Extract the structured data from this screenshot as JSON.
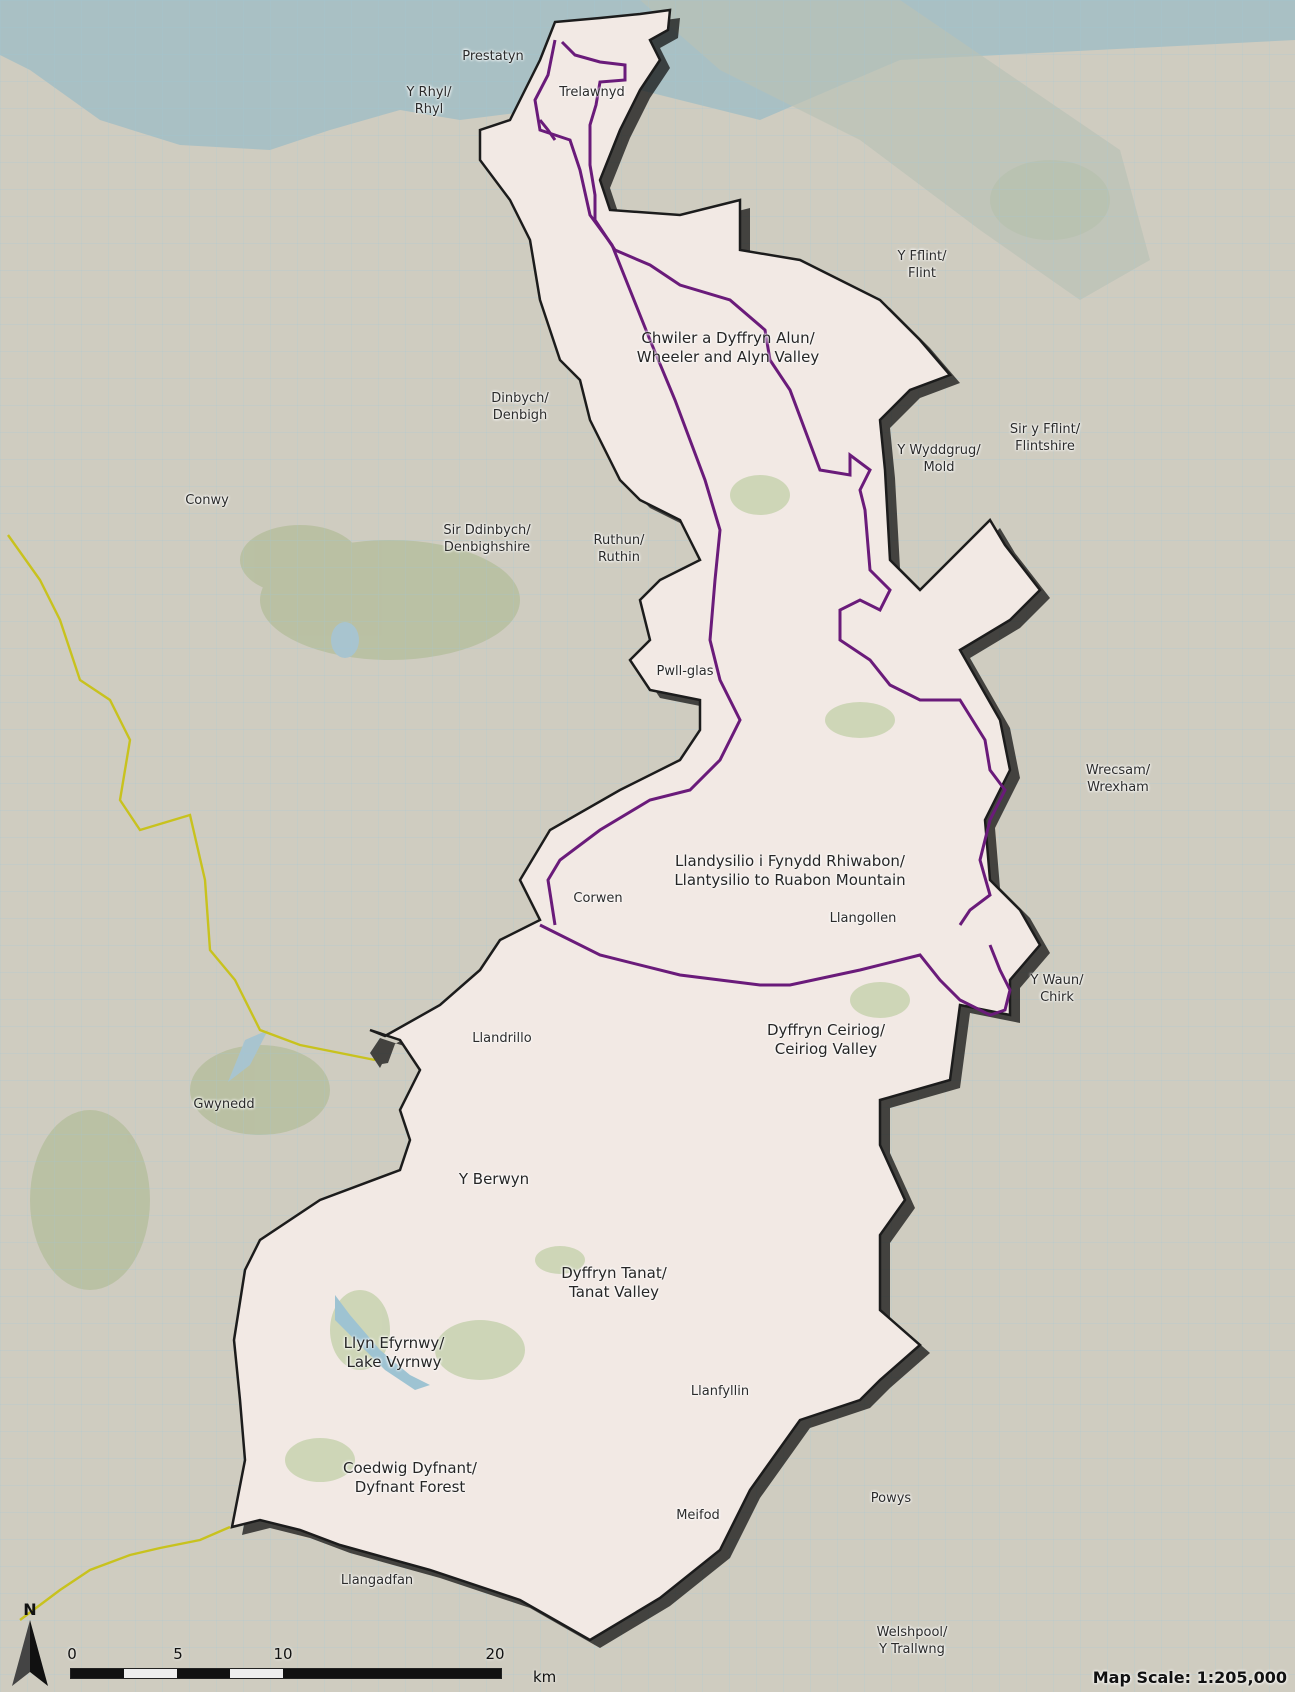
{
  "colors": {
    "sea": "#a9c0c4",
    "land": "#cfccc0",
    "area_fill": "#f2e9e4",
    "area_outline": "#1c1c1c",
    "landscape_boundary": "#6a1b7a",
    "county_boundary": "#c8c21e",
    "grid": "#9cc6d8"
  },
  "labels": {
    "prestatyn": "Prestatyn",
    "trelawnyd": "Trelawnyd",
    "rhyl": [
      "Y Rhyl/",
      "Rhyl"
    ],
    "flint": [
      "Y Fflint/",
      "Flint"
    ],
    "chwiler": [
      "Chwiler a Dyffryn Alun/",
      "Wheeler and Alyn Valley"
    ],
    "denbigh": [
      "Dinbych/",
      "Denbigh"
    ],
    "mold": [
      "Y Wyddgrug/",
      "Mold"
    ],
    "flintshire": [
      "Sir y Fflint/",
      "Flintshire"
    ],
    "conwy": "Conwy",
    "denbighshire": [
      "Sir Ddinbych/",
      "Denbighshire"
    ],
    "ruthin": [
      "Ruthun/",
      "Ruthin"
    ],
    "pwllglas": "Pwll-glas",
    "wrexham": [
      "Wrecsam/",
      "Wrexham"
    ],
    "llandysilio": [
      "Llandysilio i Fynydd Rhiwabon/",
      "Llantysilio to Ruabon Mountain"
    ],
    "corwen": "Corwen",
    "llangollen": "Llangollen",
    "chirk": [
      "Y Waun/",
      "Chirk"
    ],
    "llandrillo": "Llandrillo",
    "ceiriog": [
      "Dyffryn Ceiriog/",
      "Ceiriog Valley"
    ],
    "gwynedd": "Gwynedd",
    "berwyn": "Y Berwyn",
    "tanat": [
      "Dyffryn Tanat/",
      "Tanat Valley"
    ],
    "vyrnwy": [
      "Llyn Efyrnwy/",
      "Lake Vyrnwy"
    ],
    "llanfyllin": "Llanfyllin",
    "dyfnant": [
      "Coedwig Dyfnant/",
      "Dyfnant Forest"
    ],
    "powys": "Powys",
    "meifod": "Meifod",
    "llangadfan": "Llangadfan",
    "welshpool": [
      "Welshpool/",
      "Y Trallwng"
    ]
  },
  "north_arrow": "N",
  "scale_bar": {
    "ticks": [
      "0",
      "5",
      "10",
      "20"
    ],
    "unit": "km"
  },
  "map_scale": "Map Scale: 1:205,000"
}
